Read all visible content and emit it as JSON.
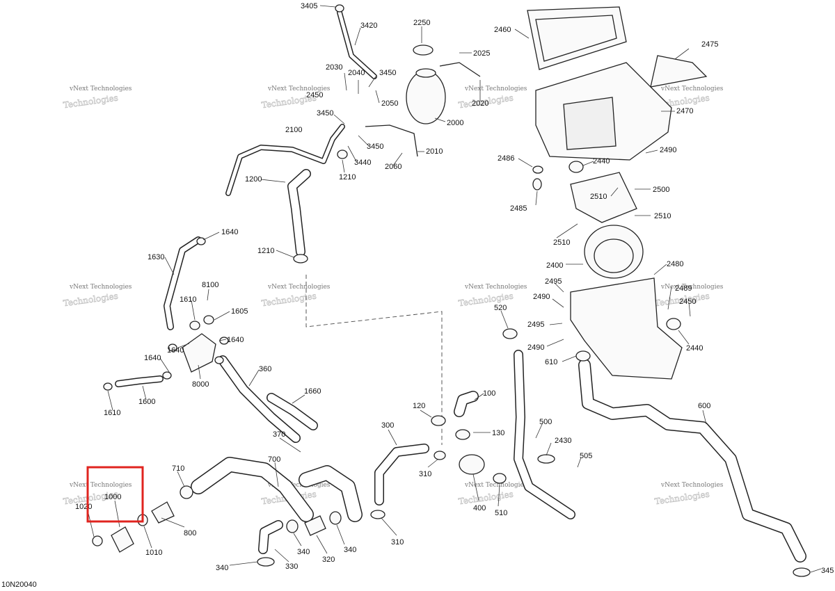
{
  "doc_code": "10N20040",
  "watermark": {
    "line1": "vNext Technologies",
    "line2": "Technologies"
  },
  "parts": [
    "3405",
    "3420",
    "2250",
    "2460",
    "2475",
    "2025",
    "2030",
    "2040",
    "3450",
    "2020",
    "2450",
    "2050",
    "3450",
    "2000",
    "2470",
    "2100",
    "3450",
    "3440",
    "2060",
    "2010",
    "1210",
    "2486",
    "2440",
    "2490",
    "1200",
    "2500",
    "2510",
    "2485",
    "2510",
    "1640",
    "2510",
    "1210",
    "2400",
    "2480",
    "1630",
    "8100",
    "2495",
    "2489",
    "1610",
    "1605",
    "2490",
    "2450",
    "520",
    "2495",
    "1640",
    "1640",
    "2490",
    "2440",
    "1640",
    "610",
    "360",
    "8000",
    "1600",
    "1660",
    "100",
    "1610",
    "120",
    "600",
    "300",
    "130",
    "500",
    "370",
    "2430",
    "700",
    "505",
    "310",
    "710",
    "1000",
    "400",
    "510",
    "1020",
    "800",
    "340",
    "310",
    "1010",
    "340",
    "320",
    "330",
    "340",
    "345"
  ],
  "highlight": {
    "part": "1000"
  }
}
